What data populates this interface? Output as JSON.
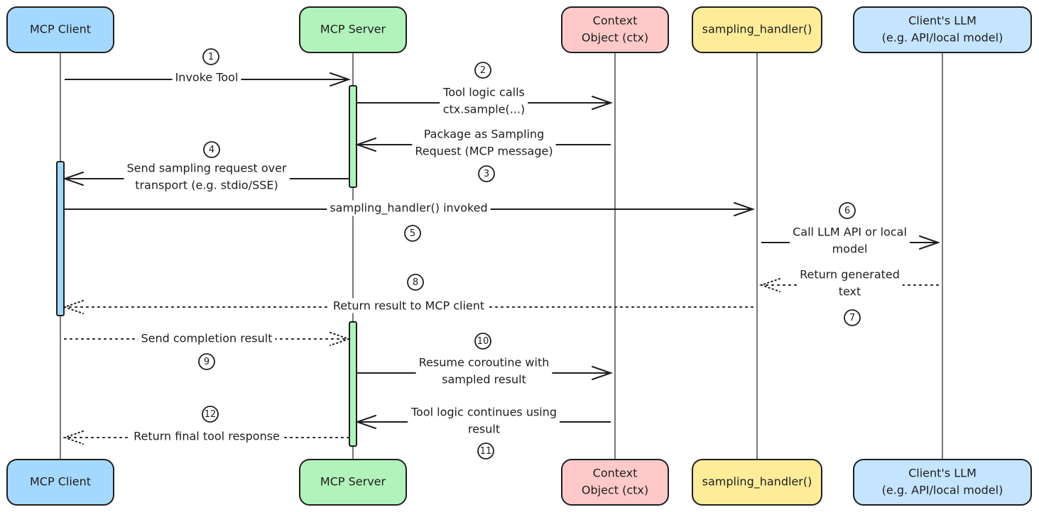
{
  "diagram": {
    "type": "sequence",
    "participants": [
      {
        "id": "client",
        "label": [
          "MCP Client"
        ],
        "color": "#a5d8ff"
      },
      {
        "id": "server",
        "label": [
          "MCP Server"
        ],
        "color": "#b2f2bb"
      },
      {
        "id": "ctx",
        "label": [
          "Context",
          "Object (ctx)"
        ],
        "color": "#ffc9c9"
      },
      {
        "id": "handler",
        "label": [
          "sampling_handler()"
        ],
        "color": "#ffec99"
      },
      {
        "id": "llm",
        "label": [
          "Client's LLM",
          "(e.g. API/local model)"
        ],
        "color": "#c5e4ff"
      }
    ],
    "activations": [
      {
        "participant": "server",
        "from_step": 2,
        "to_step": 4,
        "color": "#b2f2bb"
      },
      {
        "participant": "client",
        "from_step": 4,
        "to_step": 8,
        "color": "#a5d8ff"
      },
      {
        "participant": "server",
        "from_step": 9,
        "to_step": 12,
        "color": "#b2f2bb"
      }
    ],
    "messages": [
      {
        "step": "1",
        "from": "client",
        "to": "server",
        "style": "solid",
        "label": [
          "Invoke Tool"
        ]
      },
      {
        "step": "2",
        "from": "server",
        "to": "ctx",
        "style": "solid",
        "label": [
          "Tool logic calls",
          "ctx.sample(...)"
        ]
      },
      {
        "step": "3",
        "from": "ctx",
        "to": "server",
        "style": "solid",
        "label": [
          "Package as Sampling",
          "Request (MCP message)"
        ]
      },
      {
        "step": "4",
        "from": "server",
        "to": "client",
        "style": "solid",
        "label": [
          "Send sampling request over",
          "transport (e.g. stdio/SSE)"
        ]
      },
      {
        "step": "5",
        "from": "client",
        "to": "handler",
        "style": "solid",
        "label": [
          "sampling_handler() invoked"
        ]
      },
      {
        "step": "6",
        "from": "handler",
        "to": "llm",
        "style": "solid",
        "label": [
          "Call LLM API or local",
          "model"
        ]
      },
      {
        "step": "7",
        "from": "llm",
        "to": "handler",
        "style": "dotted",
        "label": [
          "Return generated",
          "text"
        ]
      },
      {
        "step": "8",
        "from": "handler",
        "to": "client",
        "style": "dotted",
        "label": [
          "Return result to MCP client"
        ]
      },
      {
        "step": "9",
        "from": "client",
        "to": "server",
        "style": "dotted",
        "label": [
          "Send completion result"
        ]
      },
      {
        "step": "10",
        "from": "server",
        "to": "ctx",
        "style": "solid",
        "label": [
          "Resume coroutine with",
          "sampled result"
        ]
      },
      {
        "step": "11",
        "from": "ctx",
        "to": "server",
        "style": "solid",
        "label": [
          "Tool logic continues using",
          "result"
        ]
      },
      {
        "step": "12",
        "from": "server",
        "to": "client",
        "style": "dotted",
        "label": [
          "Return final tool response"
        ]
      }
    ]
  }
}
